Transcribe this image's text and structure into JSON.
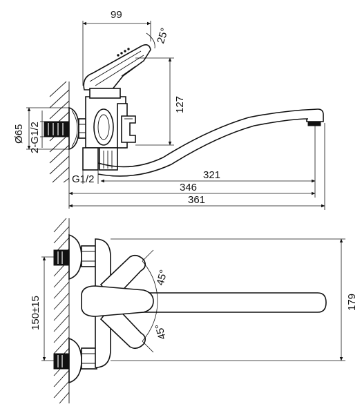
{
  "dimensions": {
    "width_top": "99",
    "angle_shower": "25°",
    "height_lever": "127",
    "diameter_flange": "Ø65",
    "thread_inlet": "2-G1/2",
    "thread_outlet": "G1/2",
    "spout_length_a": "321",
    "spout_length_b": "346",
    "overall_length": "361",
    "angle_upper": "45°",
    "angle_lower": "45°",
    "inlet_spacing": "150±15",
    "depth_total": "179"
  }
}
